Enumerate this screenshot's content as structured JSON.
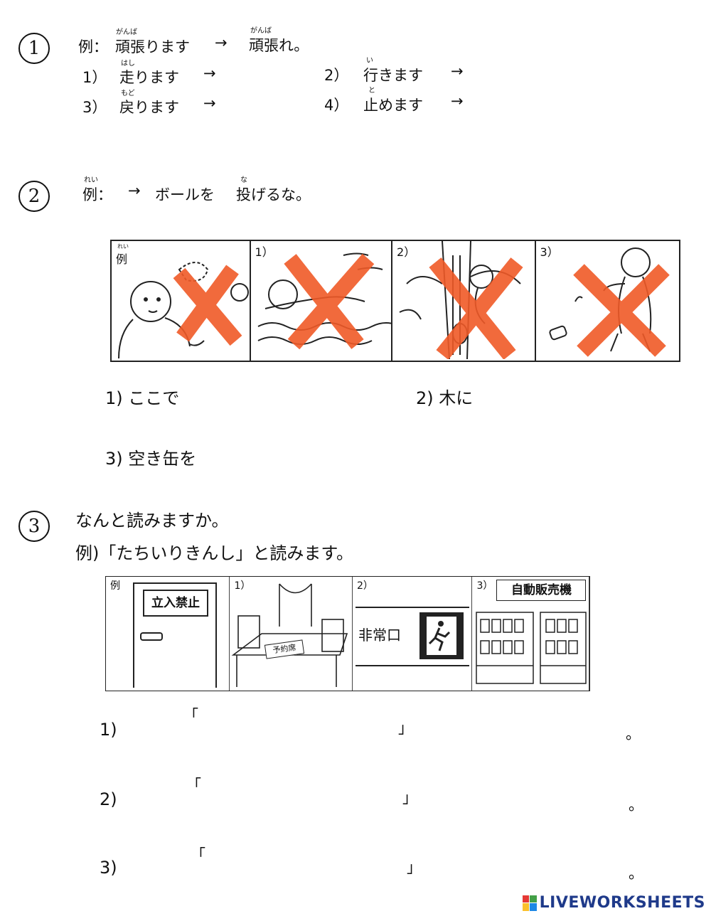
{
  "section1": {
    "number": "1",
    "example": {
      "label": "例：",
      "verb": "頑張ります",
      "arrow": "→",
      "answer": "頑張れ。",
      "ruby_verb": "がんば",
      "ruby_answer": "がんば"
    },
    "items": [
      {
        "num": "1）",
        "verb": "走ります",
        "arrow": "→",
        "ruby": "はし"
      },
      {
        "num": "2）",
        "verb": "行きます",
        "arrow": "→",
        "ruby": "い"
      },
      {
        "num": "3）",
        "verb": "戻ります",
        "arrow": "→",
        "ruby": "もど"
      },
      {
        "num": "4）",
        "verb": "止めます",
        "arrow": "→",
        "ruby": "と"
      }
    ]
  },
  "section2": {
    "number": "2",
    "example": {
      "label": "例：",
      "ruby_label": "れい",
      "arrow": "→",
      "text1": "ボールを",
      "text2": "投げるな。",
      "ruby_nage": "な"
    },
    "panels": [
      {
        "label": "例",
        "ruby": "れい"
      },
      {
        "label": "1）"
      },
      {
        "label": "2）"
      },
      {
        "label": "3）"
      }
    ],
    "prompts": [
      {
        "text": "1) ここで"
      },
      {
        "text": "2)  木に"
      },
      {
        "text": "3)  空き缶を"
      }
    ]
  },
  "section3": {
    "number": "3",
    "question": "なんと読みますか。",
    "example": "例)「たちいりきんし」と読みます。",
    "panels": [
      {
        "label": "例",
        "sign": "立入禁止"
      },
      {
        "label": "1）",
        "sign": "予約席"
      },
      {
        "label": "2）",
        "sign": "非常口"
      },
      {
        "label": "3）",
        "sign": "自動販売機"
      }
    ],
    "answers": [
      {
        "num": "1)",
        "open": "「",
        "close": "」",
        "end": "。"
      },
      {
        "num": "2)",
        "open": "「",
        "close": "」",
        "end": "。"
      },
      {
        "num": "3)",
        "open": "「",
        "close": "」",
        "end": "。"
      }
    ]
  },
  "footer": {
    "brand": "LIVEWORKSHEETS"
  },
  "colors": {
    "cross": "#f05a28",
    "ink": "#111111",
    "brand": "#1f3a8a"
  }
}
